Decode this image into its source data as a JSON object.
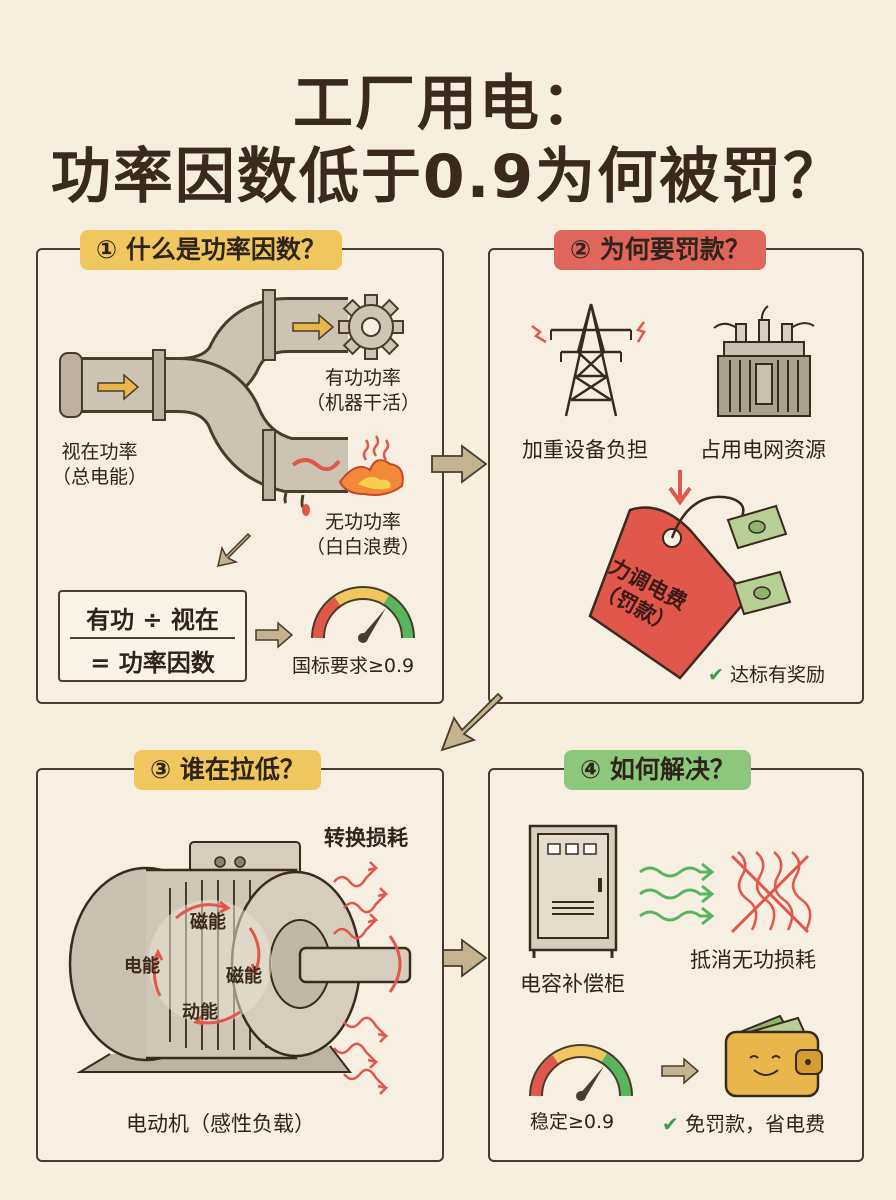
{
  "title": {
    "line1": "工厂用电：",
    "line2": "功率因数低于0.9为何被罚？"
  },
  "panels": {
    "p1": {
      "badge": "① 什么是功率因数？",
      "apparent": "视在功率\n（总电能）",
      "active": "有功功率\n（机器干活）",
      "reactive": "无功功率\n（白白浪费）",
      "formula_top": "有功 ÷ 视在",
      "formula_bottom": "= 功率因数",
      "gauge_label": "国标要求≥0.9"
    },
    "p2": {
      "badge": "② 为何要罚款？",
      "tower_label": "加重设备负担",
      "transformer_label": "占用电网资源",
      "tag_text": "力调电费\n（罚款）",
      "reward": "达标有奖励"
    },
    "p3": {
      "badge": "③ 谁在拉低？",
      "loss_label": "转换损耗",
      "cycle": [
        "磁能",
        "磁能",
        "动能",
        "电能"
      ],
      "motor_label": "电动机（感性负载）"
    },
    "p4": {
      "badge": "④ 如何解决？",
      "cabinet_label": "电容补偿柜",
      "cancel_label": "抵消无功损耗",
      "gauge_label": "稳定≥0.9",
      "result": "免罚款，省电费"
    }
  },
  "colors": {
    "badge_yellow": "#f0c75e",
    "badge_red": "#e0655a",
    "badge_green": "#8dc77b",
    "arrow": "#c3b38f",
    "accent_red": "#e2574c",
    "accent_green": "#57b55e"
  },
  "icons": [
    "pipe-icon",
    "gear-icon",
    "flame-icon",
    "gauge-icon",
    "tower-icon",
    "transformer-icon",
    "price-tag-icon",
    "money-icon",
    "motor-icon",
    "cabinet-icon",
    "wallet-icon",
    "check-icon"
  ]
}
